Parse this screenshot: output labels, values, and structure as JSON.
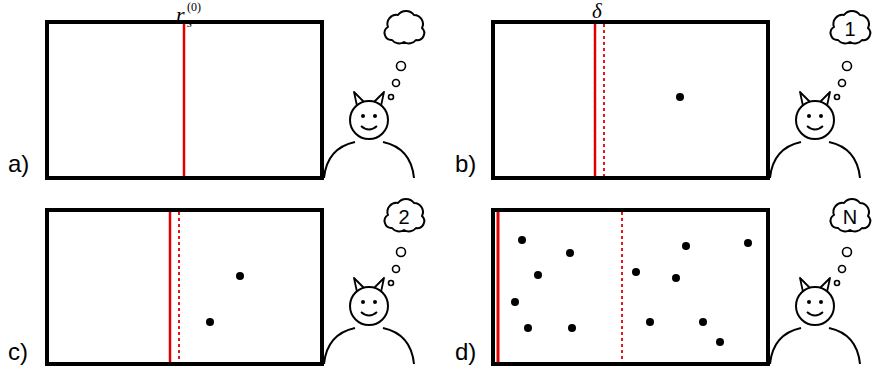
{
  "diagram": {
    "nodes": [
      {
        "text": [
          "1"
        ]
      },
      {
        "text": [
          "2"
        ]
      },
      {
        "text": [
          "N"
        ]
      }
    ],
    "labels": [
      "r",
      "s",
      "(0)",
      "δ",
      "a)",
      "b)",
      "c)",
      "d)"
    ]
  }
}
